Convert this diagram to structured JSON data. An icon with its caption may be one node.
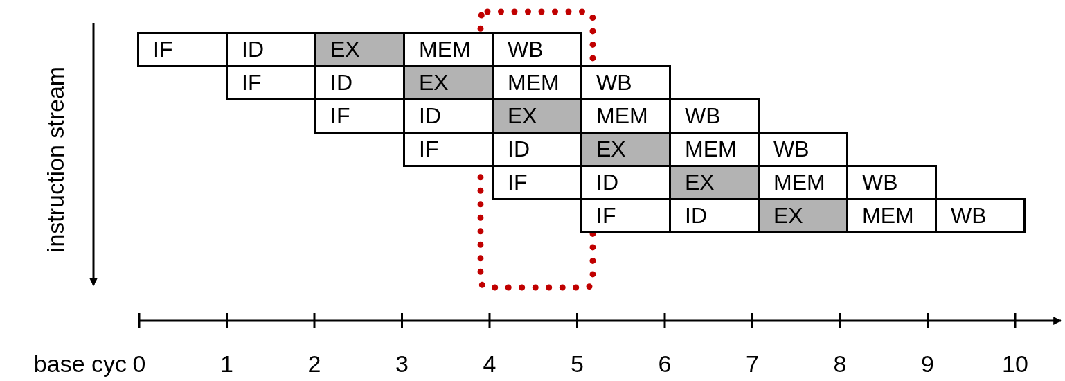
{
  "diagram": {
    "nodes": [
      {
        "text": [
          "IF"
        ]
      },
      {
        "text": [
          "ID"
        ]
      },
      {
        "text": [
          "EX"
        ]
      },
      {
        "text": [
          "MEM"
        ]
      },
      {
        "text": [
          "WB"
        ]
      },
      {
        "text": [
          "IF"
        ]
      },
      {
        "text": [
          "ID"
        ]
      },
      {
        "text": [
          "EX"
        ]
      },
      {
        "text": [
          "MEM"
        ]
      },
      {
        "text": [
          "WB"
        ]
      },
      {
        "text": [
          "IF"
        ]
      },
      {
        "text": [
          "ID"
        ]
      },
      {
        "text": [
          "EX"
        ]
      },
      {
        "text": [
          "MEM"
        ]
      },
      {
        "text": [
          "WB"
        ]
      },
      {
        "text": [
          "IF"
        ]
      },
      {
        "text": [
          "ID"
        ]
      },
      {
        "text": [
          "EX"
        ]
      },
      {
        "text": [
          "MEM"
        ]
      },
      {
        "text": [
          "WB"
        ]
      },
      {
        "text": [
          "IF"
        ]
      },
      {
        "text": [
          "ID"
        ]
      },
      {
        "text": [
          "EX"
        ]
      },
      {
        "text": [
          "MEM"
        ]
      },
      {
        "text": [
          "WB"
        ]
      },
      {
        "text": [
          "IF"
        ]
      },
      {
        "text": [
          "ID"
        ]
      },
      {
        "text": [
          "EX"
        ]
      },
      {
        "text": [
          "MEM"
        ]
      },
      {
        "text": [
          "WB"
        ]
      }
    ],
    "edges": [],
    "labels": [
      "instruction stream",
      "base cyc",
      "0",
      "1",
      "2",
      "3",
      "4",
      "5",
      "6",
      "7",
      "8",
      "9",
      "10"
    ]
  }
}
